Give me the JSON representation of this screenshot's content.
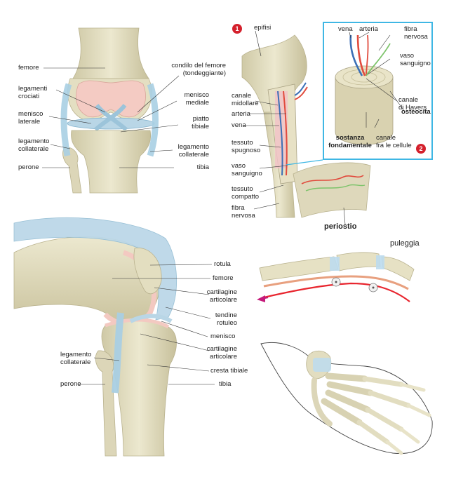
{
  "knee_front": {
    "femore": "femore",
    "condilo_line1": "condilo del femore",
    "condilo_line2": "(tondeggiante)",
    "legamenti_crociati_line1": "legamenti",
    "legamenti_crociati_line2": "crociati",
    "menisco_mediale_line1": "menisco",
    "menisco_mediale_line2": "mediale",
    "menisco_laterale_line1": "menisco",
    "menisco_laterale_line2": "laterale",
    "piatto_tibiale_line1": "piatto",
    "piatto_tibiale_line2": "tibiale",
    "legamento_collaterale_sx_line1": "legamento",
    "legamento_collaterale_sx_line2": "collaterale",
    "legamento_collaterale_dx_line1": "legamento",
    "legamento_collaterale_dx_line2": "collaterale",
    "perone": "perone",
    "tibia": "tibia"
  },
  "bone": {
    "badge1": "1",
    "badge2": "2",
    "epifisi": "epifisi",
    "canale_midollare_line1": "canale",
    "canale_midollare_line2": "midollare",
    "arteria": "arteria",
    "vena": "vena",
    "tessuto_spugnoso_line1": "tessuto",
    "tessuto_spugnoso_line2": "spugnoso",
    "vaso_sanguigno_line1": "vaso",
    "vaso_sanguigno_line2": "sanguigno",
    "tessuto_compatto_line1": "tessuto",
    "tessuto_compatto_line2": "compatto",
    "fibra_nervosa_line1": "fibra",
    "fibra_nervosa_line2": "nervosa",
    "periostio": "periostio"
  },
  "osteon": {
    "vena": "vena",
    "arteria": "arteria",
    "fibra_nervosa_line1": "fibra",
    "fibra_nervosa_line2": "nervosa",
    "vaso_sanguigno_line1": "vaso",
    "vaso_sanguigno_line2": "sanguigno",
    "canale_havers_line1": "canale",
    "canale_havers_line2": "di Havers",
    "osteocita": "osteocita",
    "sostanza_line1": "sostanza",
    "sostanza_line2": "fondamentale",
    "canale_cellule_line1": "canale",
    "canale_cellule_line2": "fra le cellule"
  },
  "knee_side": {
    "rotula": "rotula",
    "femore": "femore",
    "cartilagine_1_line1": "cartilagine",
    "cartilagine_1_line2": "articolare",
    "tendine_line1": "tendine",
    "tendine_line2": "rotuleo",
    "menisco": "menisco",
    "cartilagine_2_line1": "cartilagine",
    "cartilagine_2_line2": "articolare",
    "cresta_tibiale": "cresta tibiale",
    "tibia": "tibia",
    "legamento_line1": "legamento",
    "legamento_line2": "collaterale",
    "perone": "perone"
  },
  "finger": {
    "puleggia": "puleggia"
  },
  "colors": {
    "bone": "#e9e5c9",
    "bone_shadow": "#c9c3a0",
    "cartilage": "#f3c9c1",
    "ligament": "#a9cfe3",
    "artery": "#e14b3d",
    "vein": "#3b6fb6",
    "nerve": "#7cc36a",
    "frame": "#3fb7e4",
    "badge": "#d4202c"
  }
}
